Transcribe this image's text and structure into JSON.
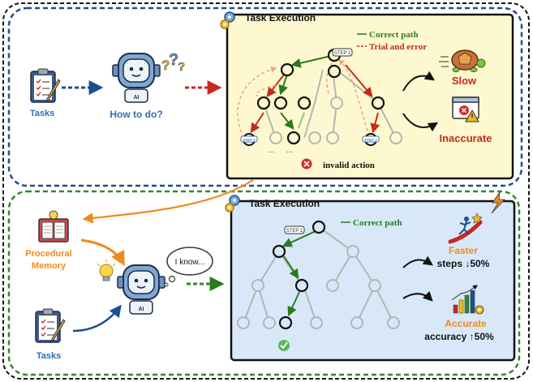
{
  "top": {
    "panel_title": "Task Execution",
    "legend_correct": "Correct path",
    "legend_trial": "Trial and error",
    "step_tag": "STEP 1",
    "invalid_label": "invalid action",
    "node_tags": [
      "STEP 2",
      "STEP 3"
    ],
    "dots": "...",
    "left_tasks": "Tasks",
    "left_question": "How to do?",
    "ai_label": "AI",
    "outcome_slow": "Slow",
    "outcome_inaccurate": "Inaccurate"
  },
  "bottom": {
    "panel_title": "Task Execution",
    "legend_correct": "Correct path",
    "step_tag": "STEP 1",
    "memory_label_1": "Procedural",
    "memory_label_2": "Memory",
    "speech": "I know...",
    "left_tasks": "Tasks",
    "ai_label": "AI",
    "faster": "Faster",
    "steps": "steps ↓50%",
    "accurate": "Accurate",
    "accuracy": "accuracy ↑50%"
  },
  "colors": {
    "correct": "#2a7a1e",
    "error": "#c8281e",
    "blue_label": "#2f6fb0",
    "orange": "#f08a1c",
    "top_panel_bg": "#fdf8cf",
    "bottom_panel_bg": "#d8e8f8",
    "top_border": "#1d4f8c",
    "bottom_border": "#2f8a2a"
  }
}
